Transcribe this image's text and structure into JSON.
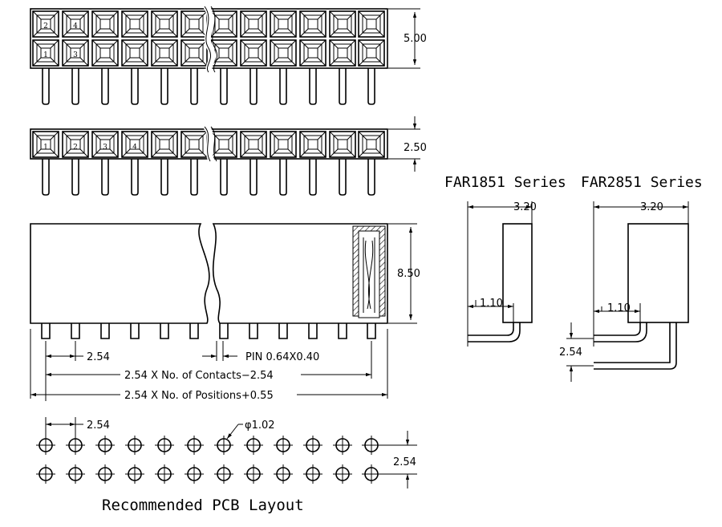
{
  "top_view_double_row": {
    "row_top_pin_numbers": [
      "2",
      "4"
    ],
    "row_bottom_pin_numbers": [
      "1",
      "3"
    ],
    "height_label": "5.00"
  },
  "top_view_single_row": {
    "pin_numbers": [
      "1",
      "2",
      "3",
      "4"
    ],
    "height_label": "2.50"
  },
  "side_view": {
    "height_label": "8.50",
    "pitch_label": "2.54",
    "pin_label": "PIN  0.64X0.40",
    "contacts_formula": "2.54  X  No.  of  Contacts−2.54",
    "positions_formula": "2.54  X  No.  of  Positions+0.55"
  },
  "profiles": {
    "far1851": {
      "title": "FAR1851 Series",
      "width_label": "3.20",
      "offset_label": "1.10"
    },
    "far2851": {
      "title": "FAR2851 Series",
      "width_label": "3.20",
      "offset_label": "1.10",
      "pitch_label": "2.54"
    }
  },
  "pcb_layout": {
    "pitch_label": "2.54",
    "hole_label": "φ1.02",
    "row_pitch_label": "2.54",
    "caption": "Recommended PCB Layout"
  }
}
